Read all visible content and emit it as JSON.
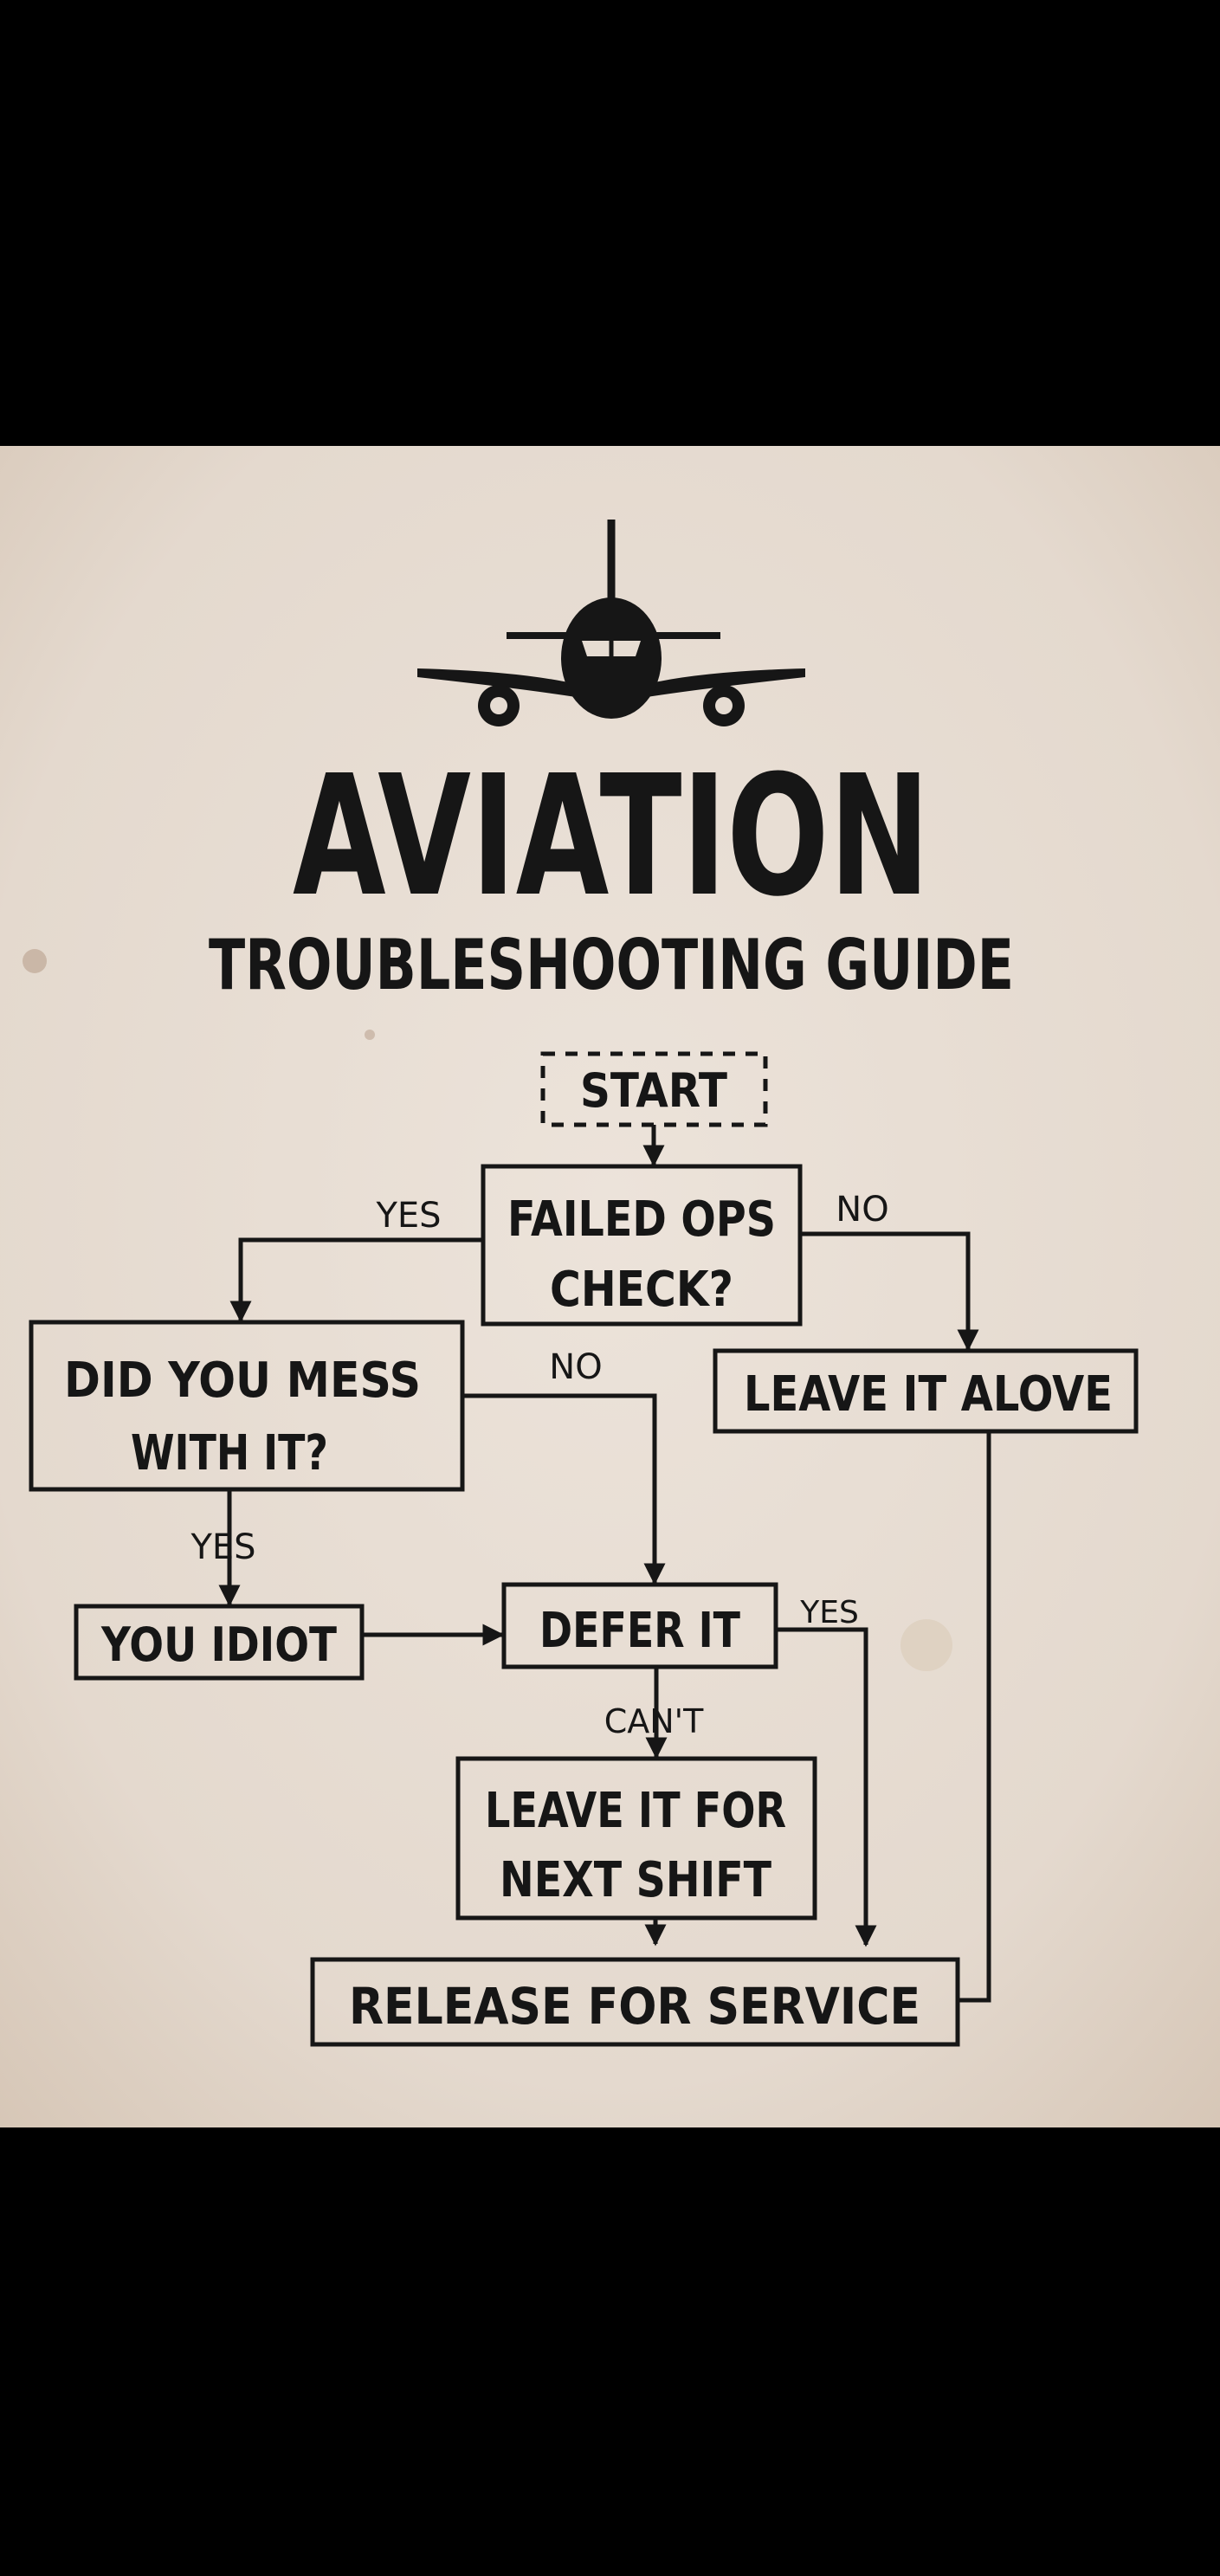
{
  "poster": {
    "title": "AVIATION",
    "subtitle": "TROUBLESHOOTING GUIDE",
    "colors": {
      "paper": "#e6dcd2",
      "ink": "#161616",
      "background": "#000000"
    },
    "icon": "airplane-front-icon"
  },
  "flowchart": {
    "start": "START",
    "failed_ops_line1": "FAILED OPS",
    "failed_ops_line2": "CHECK?",
    "mess_line1": "DID YOU MESS",
    "mess_line2": "WITH IT?",
    "leave_alone": "LEAVE IT ALOVE",
    "you_idiot": "YOU IDIOT",
    "defer": "DEFER IT",
    "next_shift_line1": "LEAVE IT FOR",
    "next_shift_line2": "NEXT SHIFT",
    "release": "RELEASE FOR SERVICE",
    "labels": {
      "yes_failed": "YES",
      "no_failed": "NO",
      "no_mess": "NO",
      "yes_mess": "YES",
      "yes_defer": "YES",
      "cant_defer": "CAN'T"
    }
  }
}
